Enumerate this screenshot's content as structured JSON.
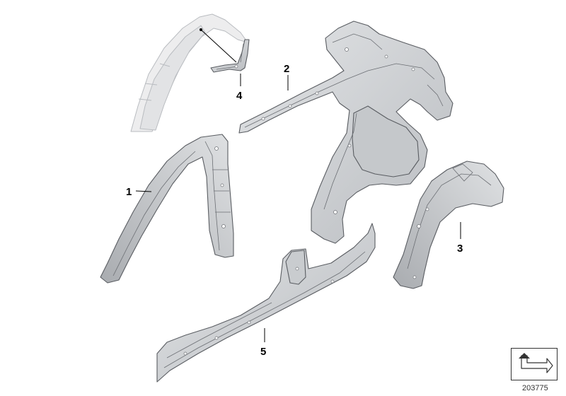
{
  "diagram": {
    "callouts": {
      "part_1": "1",
      "part_2": "2",
      "part_3": "3",
      "part_4": "4",
      "part_5": "5"
    },
    "diagram_number": "203775",
    "icon": "return-arrow-icon",
    "colors": {
      "part_fill": "#d6d8db",
      "part_shade": "#b7babe",
      "ghost_fill": "#eceded",
      "outline": "#5a5d62"
    }
  }
}
